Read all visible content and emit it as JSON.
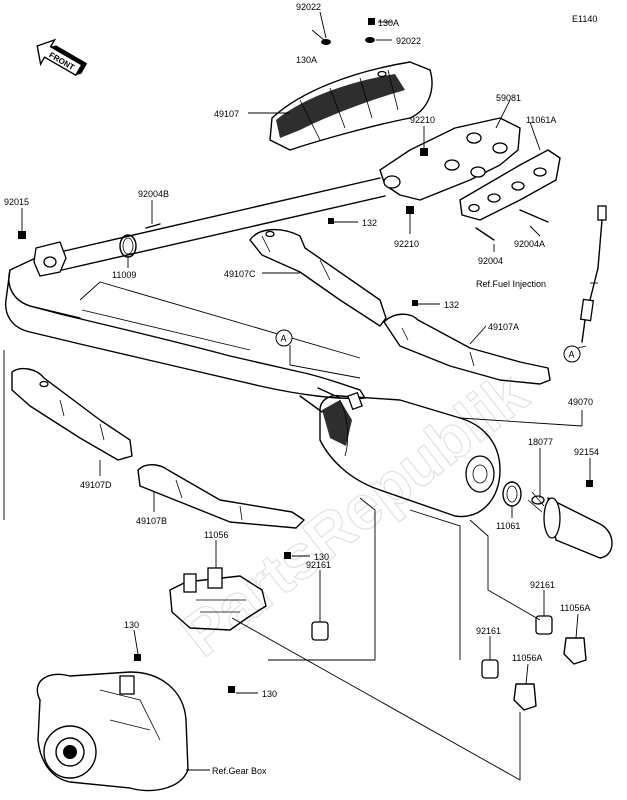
{
  "diagram_code": "E1140",
  "front_arrow_label": "FRONT",
  "watermark": "PartsRepublik",
  "parts": {
    "p92022a": "92022",
    "p130a_top": "130A",
    "p130a_left": "130A",
    "p92022b": "92022",
    "p49107": "49107",
    "p59081": "59081",
    "p92210a": "92210",
    "p11061a": "11061A",
    "p92015": "92015",
    "p92004b": "92004B",
    "p11009": "11009",
    "p132a": "132",
    "p92210b": "92210",
    "p92004a": "92004A",
    "p49107c": "49107C",
    "p92004": "92004",
    "p132b": "132",
    "p49107a": "49107A",
    "p49070": "49070",
    "p92154": "92154",
    "p18077": "18077",
    "p11061": "11061",
    "p49107d": "49107D",
    "p49107b": "49107B",
    "p11056": "11056",
    "p130_a": "130",
    "p92161a": "92161",
    "p130_b": "130",
    "p130_c": "130",
    "p92161b": "92161",
    "p11056a_1": "11056A",
    "p92161c": "92161",
    "p11056a_2": "11056A"
  },
  "references": {
    "fuel_injection": "Ref.Fuel Injection",
    "gear_box": "Ref.Gear Box"
  },
  "callouts": {
    "a_top": "A",
    "a_right": "A"
  }
}
